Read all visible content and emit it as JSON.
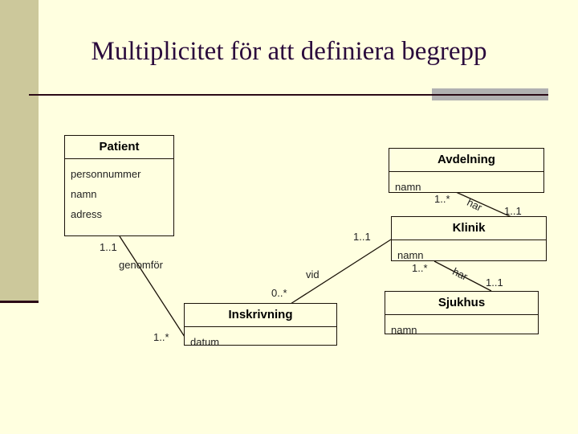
{
  "slide": {
    "title": "Multiplicitet för att definiera begrepp",
    "background_color": "#ffffe0",
    "sidebar_color": "#ccc89b",
    "rule_color": "#2b0a16",
    "accent_block_color": "#b1b1b1",
    "title_color": "#2a0a3c"
  },
  "diagram": {
    "type": "uml-class-diagram",
    "classes": [
      {
        "id": "patient",
        "name": "Patient",
        "attributes": [
          "personnummer",
          "namn",
          "adress"
        ]
      },
      {
        "id": "avdelning",
        "name": "Avdelning",
        "attributes": [
          "namn"
        ]
      },
      {
        "id": "klinik",
        "name": "Klinik",
        "attributes": [
          "namn"
        ]
      },
      {
        "id": "sjukhus",
        "name": "Sjukhus",
        "attributes": [
          "namn"
        ]
      },
      {
        "id": "inskrivning",
        "name": "Inskrivning",
        "attributes": [
          "datum"
        ]
      }
    ],
    "associations": [
      {
        "id": "avdelning-klinik",
        "label": "har",
        "source": "Avdelning",
        "target": "Klinik",
        "source_multiplicity": "1..*",
        "target_multiplicity": "1..1"
      },
      {
        "id": "klinik-sjukhus",
        "label": "har",
        "source": "Klinik",
        "target": "Sjukhus",
        "source_multiplicity": "1..*",
        "target_multiplicity": "1..1"
      },
      {
        "id": "patient-inskrivning",
        "label": "genomför",
        "source": "Patient",
        "target": "Inskrivning",
        "source_multiplicity": "1..1",
        "target_multiplicity": "1..*"
      },
      {
        "id": "inskrivning-klinik",
        "label": "vid",
        "source": "Inskrivning",
        "target": "Klinik",
        "source_multiplicity": "0..*",
        "target_multiplicity": "1..1"
      }
    ]
  }
}
